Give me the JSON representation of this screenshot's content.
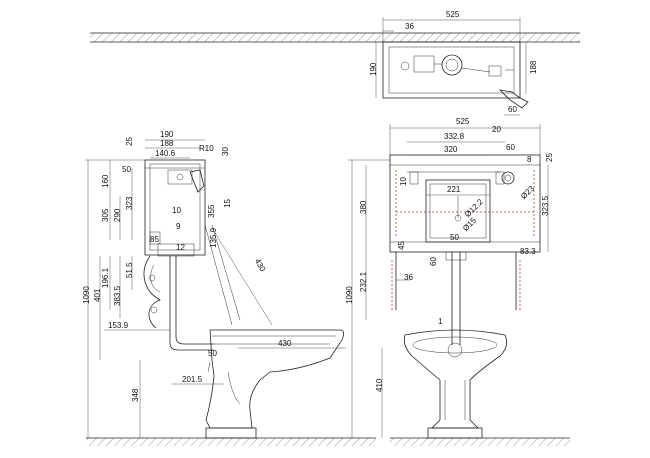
{
  "figure": {
    "top_view": {
      "width": "525",
      "offset": "36",
      "depth_left": "190",
      "depth_right": "188",
      "pipe": "60"
    },
    "side_view": {
      "top_width": "190",
      "inner_width": "188",
      "lower_width": "140.6",
      "radius": "R10",
      "lid": "30",
      "lid_offset": "25",
      "wall_gap": "50",
      "height_160": "160",
      "height_305": "305",
      "height_290": "290",
      "height_323": "323",
      "outlet_10": "10",
      "outlet_355": "355",
      "outlet_15": "15",
      "outlet_9": "9",
      "dim_135_9": "135.9",
      "dim_85": "85",
      "dim_12": "12",
      "dim_196_1": "196.1",
      "dim_401": "401",
      "dim_1090": "1090",
      "dim_383_5": "383.5",
      "dim_51_5": "51.5",
      "dim_153_9": "153.9",
      "dim_348": "348",
      "pipe_len": "430",
      "pan_length": "430",
      "dim_50": "50",
      "dim_201_5": "201.5"
    },
    "front_view": {
      "width": "525",
      "dim_332_8": "332.8",
      "dim_20": "20",
      "dim_320": "320",
      "dim_60": "60",
      "dim_25": "25",
      "dim_8": "8",
      "dim_221": "221",
      "dim_10": "10",
      "dim_380": "380",
      "dim_323_5": "323.5",
      "dia_12_2": "Ø12.2",
      "dia_15": "Ø15",
      "dia_23": "Ø23",
      "dim_45": "45",
      "dim_50": "50",
      "dim_83_3": "83.3",
      "dim_60b": "60",
      "dim_36": "36",
      "dim_1090": "1090",
      "dim_232_1": "232.1",
      "dim_410": "410",
      "dim_1": "1"
    }
  }
}
